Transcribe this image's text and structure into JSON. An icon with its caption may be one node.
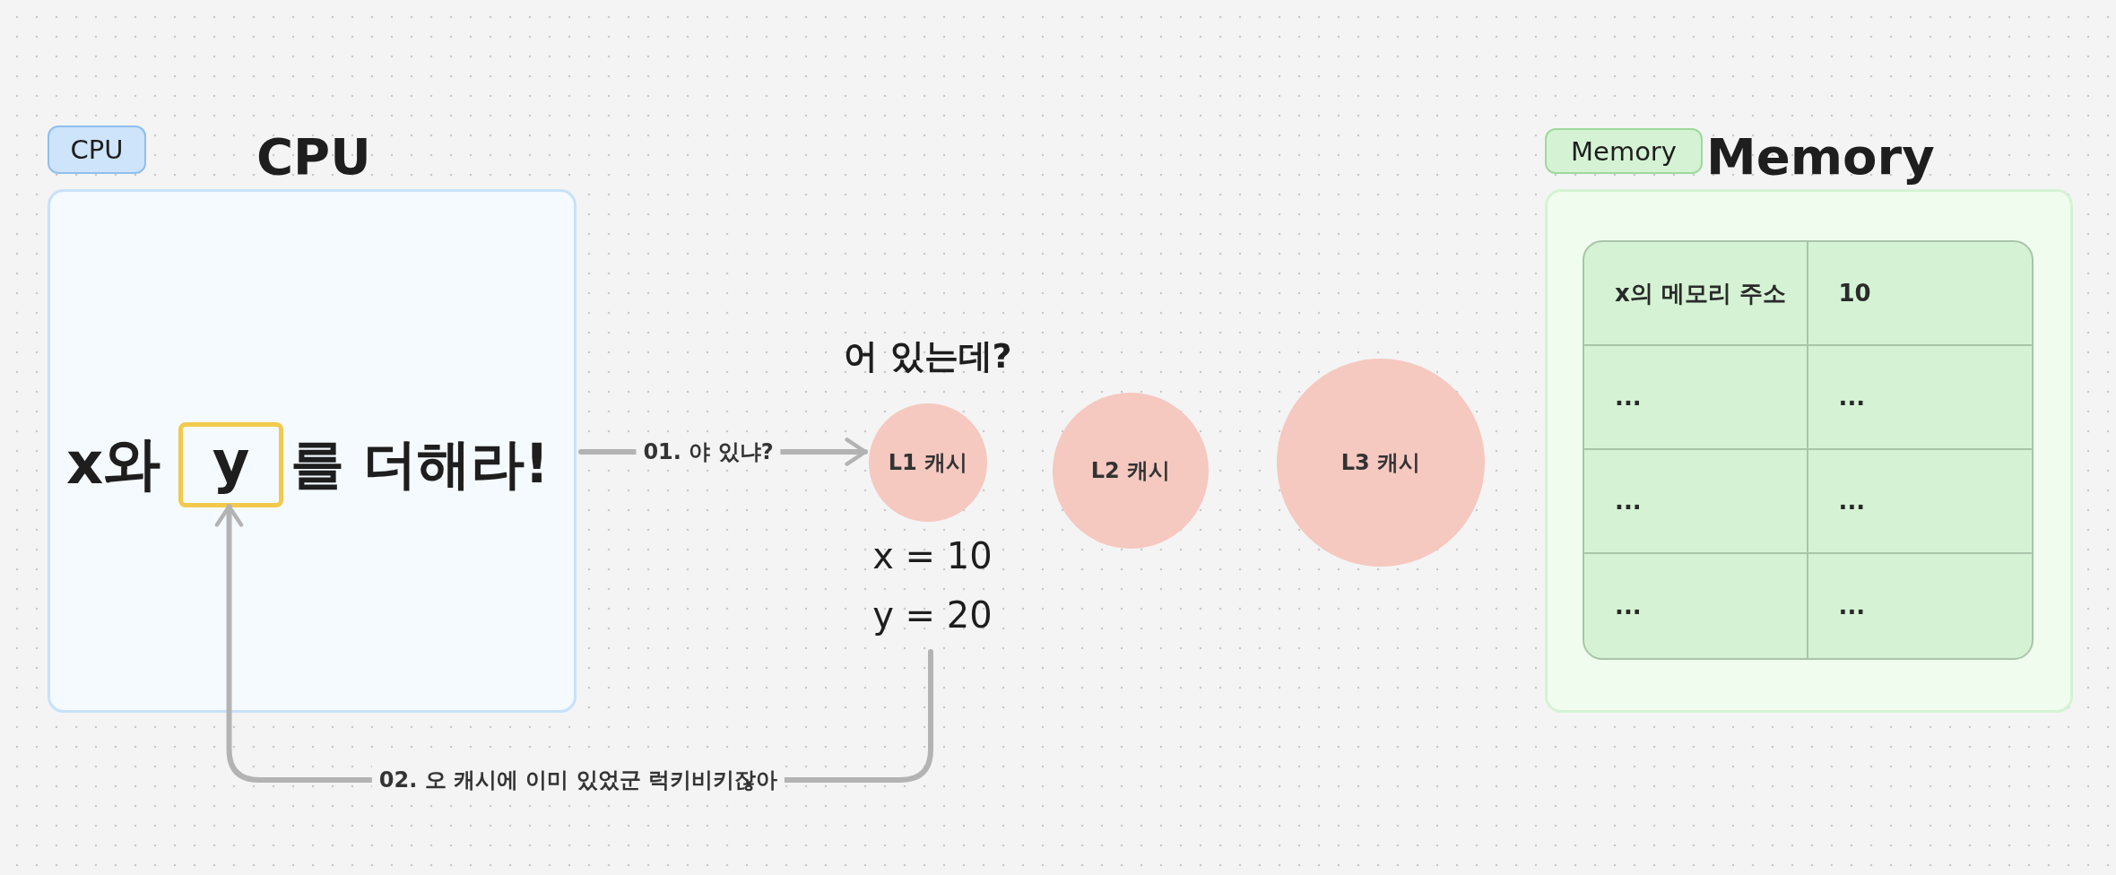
{
  "diagram": {
    "nodes": [
      {
        "text": [
          "CPU"
        ]
      },
      {
        "text": [
          "CPU",
          "x와",
          "를 더해라!"
        ]
      },
      {
        "text": [
          "y"
        ],
        "in": 1
      },
      {
        "text": [
          "L1 캐시"
        ],
        "beside": [
          "어 있는데?"
        ]
      },
      {
        "text": [
          "x = 10",
          "y = 20"
        ]
      },
      {
        "text": [
          "L2 캐시"
        ]
      },
      {
        "text": [
          "L3 캐시"
        ]
      },
      {
        "text": [
          "Memory"
        ]
      },
      {
        "text": [
          "Memory"
        ]
      }
    ],
    "edges": [
      {
        "from": 1,
        "to": 3,
        "arrow": "to",
        "label": "01. 야 있냐?"
      },
      {
        "from": 4,
        "to": 2,
        "arrow": "to",
        "label": "02. 오 캐시에 이미 있었군 럭키비키잖아"
      }
    ],
    "labels": [
      "x의 메모리 주소",
      "10",
      "...",
      "...",
      "...",
      "...",
      "...",
      "..."
    ]
  }
}
